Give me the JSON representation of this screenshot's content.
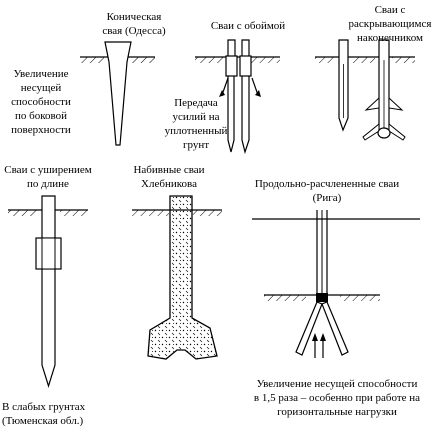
{
  "labels": {
    "conical_title_1": "Коническая",
    "conical_title_2": "свая (Одесса)",
    "side_1": "Увеличение",
    "side_2": "несущей",
    "side_3": "способности",
    "side_4": "по боковой",
    "side_5": "поверхности",
    "sleeve_title": "Сваи с обоймой",
    "transfer_1": "Передача",
    "transfer_2": "усилий на",
    "transfer_3": "уплотненный",
    "transfer_4": "грунт",
    "opening_1": "Сваи с",
    "opening_2": "раскрывающимся",
    "opening_3": "наконечником",
    "widening_1": "Сваи с уширением",
    "widening_2": "по длине",
    "khlebnikov_1": "Набивные сваи",
    "khlebnikov_2": "Хлебникова",
    "riga_1": "Продольно-расчлененные сваи",
    "riga_2": "(Рига)",
    "weak_1": "В слабых грунтах",
    "weak_2": "(Тюменская обл.)",
    "increase_1": "Увеличение несущей способности",
    "increase_2": "в 1,5 раза – особенно при работе на",
    "increase_3": "горизонтальные нагрузки"
  },
  "colors": {
    "ink": "#000000",
    "hatch": "#000000",
    "concrete_fill": "#ffffff"
  }
}
